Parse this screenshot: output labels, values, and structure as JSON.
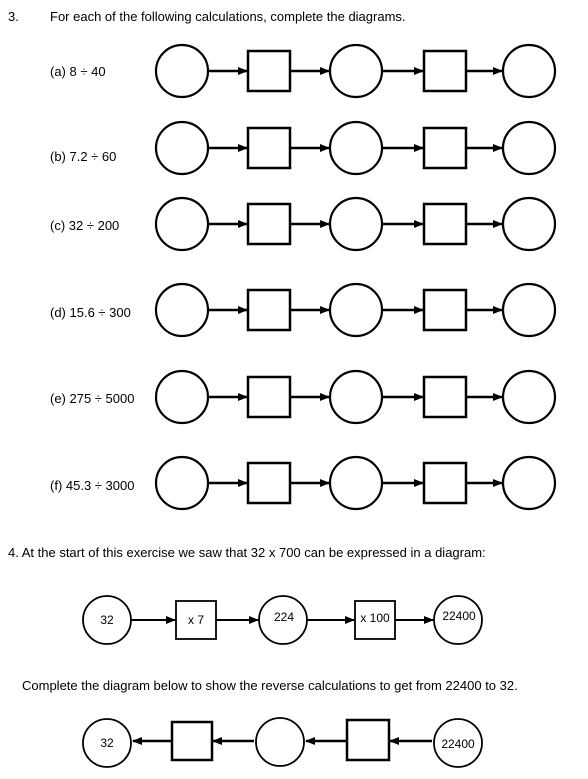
{
  "q3": {
    "number": "3.",
    "instruction": "For each of the following calculations, complete the diagrams.",
    "items": [
      {
        "label": "(a)  8 ÷ 40"
      },
      {
        "label": "(b)  7.2 ÷ 60"
      },
      {
        "label": "(c)  32 ÷ 200"
      },
      {
        "label": "(d) 15.6 ÷ 300"
      },
      {
        "label": "(e) 275 ÷ 5000"
      },
      {
        "label": "(f) 45.3 ÷ 3000"
      }
    ]
  },
  "q4": {
    "instruction": "4.  At the start of this exercise we saw that 32 x 700 can be expressed in a diagram:",
    "example": {
      "start": "32",
      "op1": "x 7",
      "mid": "224",
      "op2": "x 100",
      "end": "22400"
    },
    "reverse_instruction": "Complete the diagram below to show the reverse calculations to get from 22400 to 32.",
    "reverse": {
      "start": "22400",
      "op1": "",
      "mid": "",
      "op2": "",
      "end": "32"
    }
  }
}
